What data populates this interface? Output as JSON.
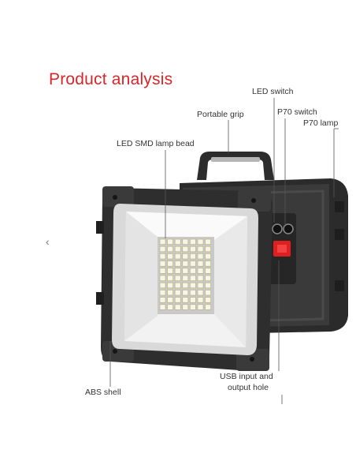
{
  "title": "Product analysis",
  "labels": {
    "led_switch": "LED switch",
    "portable_grip": "Portable grip",
    "p70_switch": "P70 switch",
    "p70_lamp": "P70 lamp",
    "led_smd": "LED SMD lamp bead",
    "usb_line1": "USB input and",
    "usb_line2": "output hole",
    "abs_shell": "ABS shell"
  },
  "nav": {
    "prev_glyph": "‹"
  },
  "colors": {
    "title": "#d8262a",
    "body": "#2b2b2b",
    "switch": "#e02020"
  }
}
